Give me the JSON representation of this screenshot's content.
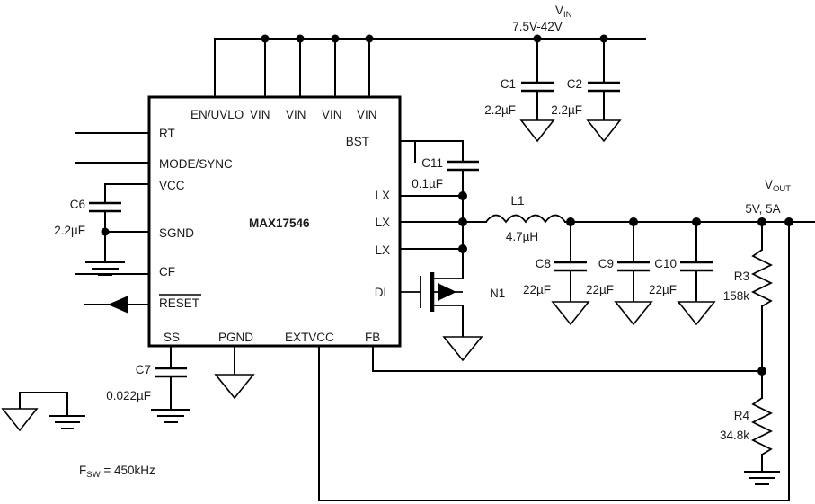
{
  "ic": {
    "name": "MAX17546",
    "pins_top": [
      "EN/UVLO",
      "VIN",
      "VIN",
      "VIN",
      "VIN"
    ],
    "pins_left": [
      "RT",
      "MODE/SYNC",
      "VCC",
      "SGND",
      "CF",
      "RESET"
    ],
    "pins_right": [
      "BST",
      "LX",
      "LX",
      "LX",
      "DL"
    ],
    "pins_bottom": [
      "SS",
      "PGND",
      "EXTVCC",
      "FB"
    ]
  },
  "rails": {
    "vin_name": "V",
    "vin_sub": "IN",
    "vin_value": "7.5V-42V",
    "vout_name": "V",
    "vout_sub": "OUT",
    "vout_value": "5V, 5A"
  },
  "components": [
    {
      "ref": "C1",
      "value": "2.2µF"
    },
    {
      "ref": "C2",
      "value": "2.2µF"
    },
    {
      "ref": "C6",
      "value": "2.2µF"
    },
    {
      "ref": "C7",
      "value": "0.022µF"
    },
    {
      "ref": "C8",
      "value": "22µF"
    },
    {
      "ref": "C9",
      "value": "22µF"
    },
    {
      "ref": "C10",
      "value": "22µF"
    },
    {
      "ref": "C11",
      "value": "0.1µF"
    },
    {
      "ref": "L1",
      "value": "4.7µH"
    },
    {
      "ref": "N1",
      "value": ""
    },
    {
      "ref": "R3",
      "value": "158k"
    },
    {
      "ref": "R4",
      "value": "34.8k"
    }
  ],
  "notes": {
    "fsw_prefix": "F",
    "fsw_sub": "SW",
    "fsw_text": " = 450kHz"
  }
}
